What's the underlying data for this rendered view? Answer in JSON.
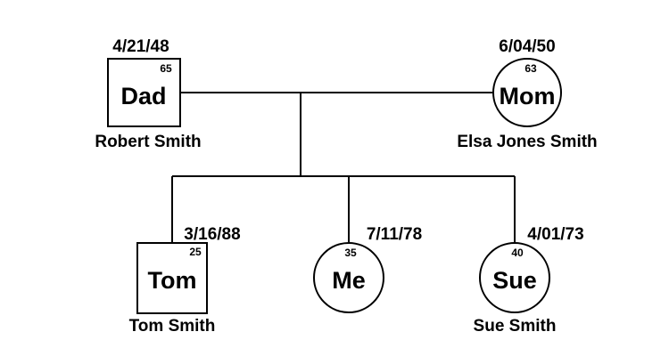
{
  "people": {
    "dad": {
      "label": "Dad",
      "age": "65",
      "date": "4/21/48",
      "full_name": "Robert Smith",
      "sex": "male"
    },
    "mom": {
      "label": "Mom",
      "age": "63",
      "date": "6/04/50",
      "full_name": "Elsa Jones Smith",
      "sex": "female"
    },
    "tom": {
      "label": "Tom",
      "age": "25",
      "date": "3/16/88",
      "full_name": "Tom Smith",
      "sex": "male"
    },
    "me": {
      "label": "Me",
      "age": "35",
      "date": "7/11/78",
      "full_name": "",
      "sex": "female"
    },
    "sue": {
      "label": "Sue",
      "age": "40",
      "date": "4/01/73",
      "full_name": "Sue Smith",
      "sex": "female"
    }
  },
  "colors": {
    "stroke": "#000000",
    "fill": "#ffffff",
    "text": "#000000"
  }
}
